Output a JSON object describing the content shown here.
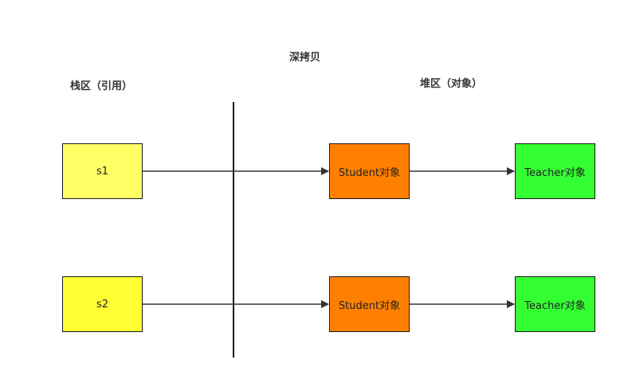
{
  "title": "深拷贝",
  "headers": {
    "stack": "栈区（引用）",
    "heap": "堆区（对象）"
  },
  "references": [
    {
      "label": "s1",
      "color": "#FFFF66"
    },
    {
      "label": "s2",
      "color": "#FFFF33"
    }
  ],
  "students": [
    {
      "label": "Student对象",
      "color": "#FF8000"
    },
    {
      "label": "Student对象",
      "color": "#FF8000"
    }
  ],
  "teachers": [
    {
      "label": "Teacher对象",
      "color": "#33FF33"
    },
    {
      "label": "Teacher对象",
      "color": "#33FF33"
    }
  ]
}
